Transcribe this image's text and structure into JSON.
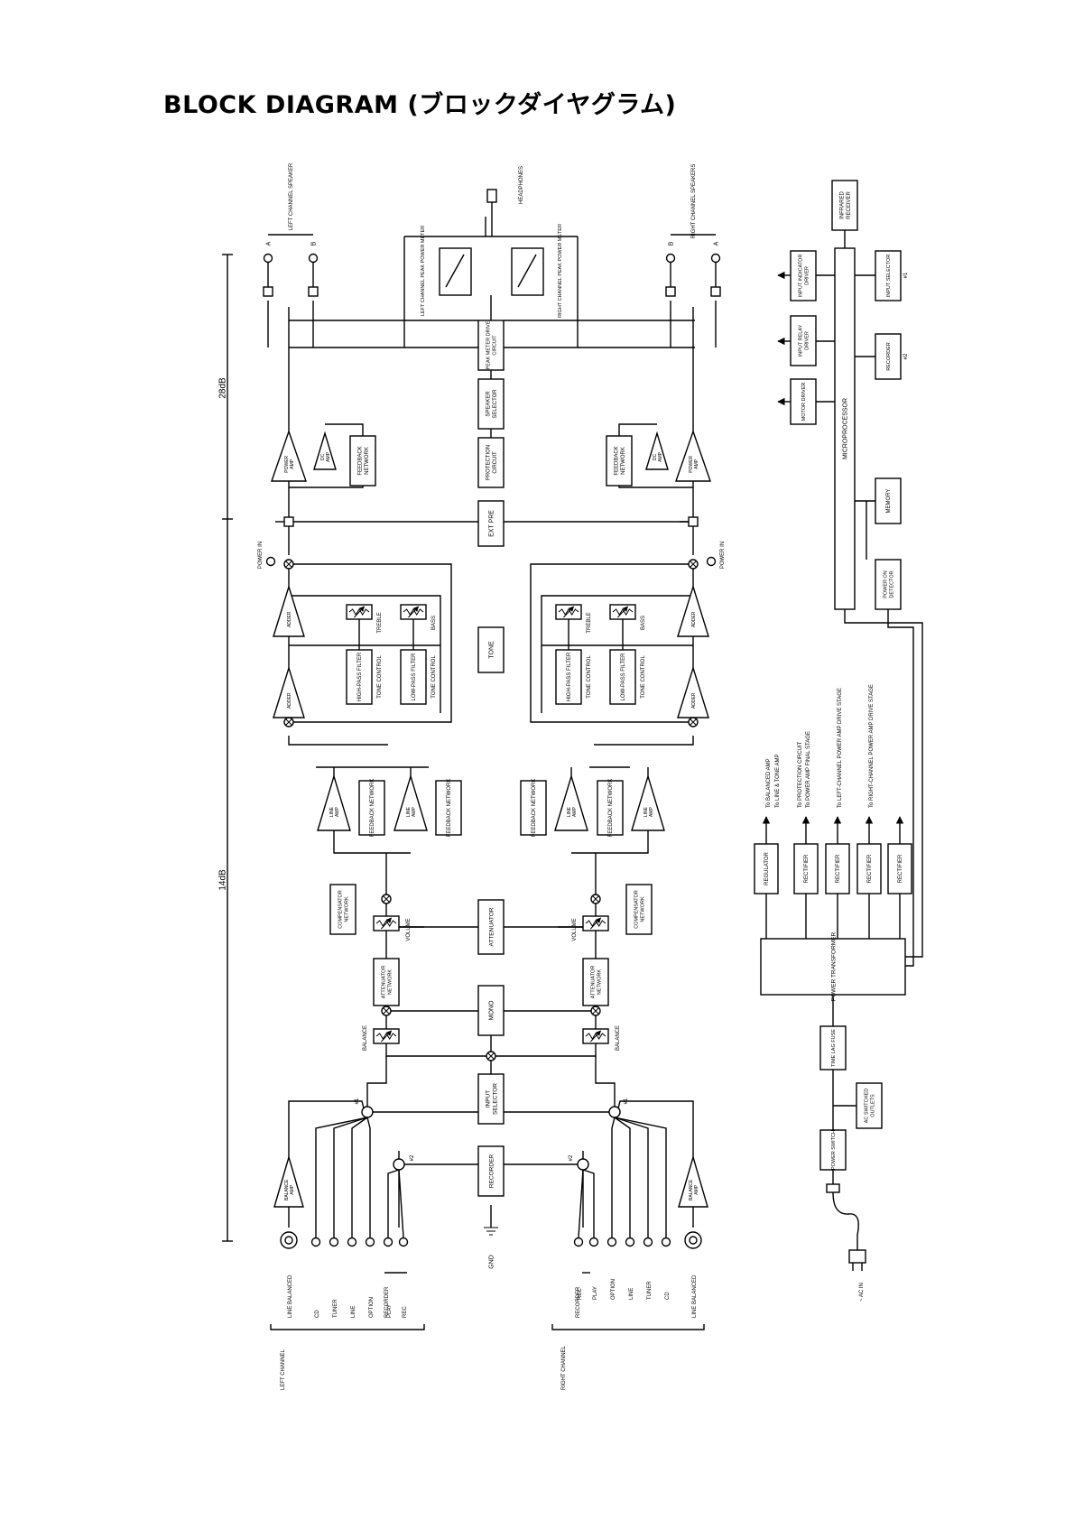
{
  "title": "BLOCK DIAGRAM (ブロックダイヤグラム)",
  "gain": {
    "upper": "28dB",
    "lower": "14dB"
  },
  "outputs": {
    "left_speaker": "LEFT CHANNEL SPEAKER",
    "right_speaker": "RIGHT CHANNEL SPEAKERS",
    "headphones": "HEADPHONES",
    "a": "A",
    "b": "B"
  },
  "meters": {
    "left": "LEFT CHANNEL PEAK POWER METER",
    "right": "RIGHT CHANNEL PEAK POWER METER",
    "drive": "PEAK METER DRIVE CIRCUIT"
  },
  "center_blocks": {
    "speaker_selector": "SPEAKER SELECTOR",
    "protection": "PROTECTION CIRCUIT",
    "ext_pre": "EXT PRE",
    "tone": "TONE",
    "attenuator": "ATTENUATOR",
    "mono": "MONO",
    "input_selector": "INPUT SELECTOR",
    "recorder": "RECORDER",
    "gnd": "GND"
  },
  "channel_blocks": {
    "power_amp": "POWER AMP",
    "dc_amp": "DC AMP",
    "feedback_network": "FEEDBACK NETWORK",
    "power_in": "POWER IN",
    "adder": "ADDER",
    "treble": "TREBLE",
    "bass": "BASS",
    "high_pass": "HIGH-PASS FILTER",
    "low_pass": "LOW-PASS FILTER",
    "tone_control": "TONE CONTROL",
    "line_amp": "LINE AMP",
    "compensator": "COMPENSATOR NETWORK",
    "volume": "VOLUME",
    "attenuator_network": "ATTENUATOR NETWORK",
    "balance": "BALANCE",
    "balance_amp": "BALANCE AMP",
    "sel1": "#1",
    "sel2": "#2"
  },
  "inputs": {
    "line_balanced": "LINE BALANCED",
    "cd": "CD",
    "tuner": "TUNER",
    "line": "LINE",
    "option": "OPTION",
    "play": "PLAY",
    "rec": "REC",
    "recorder": "RECORDER",
    "left_channel": "LEFT CHANNEL",
    "right_channel": "RIGHT CHANNEL"
  },
  "control": {
    "infrared": "INFRARED RECEIVER",
    "input_indicator": "INPUT INDICATOR DRIVER",
    "input_relay": "INPUT RELAY DRIVER",
    "motor": "MOTOR DRIVER",
    "input_selector": "INPUT SELECTOR",
    "recorder": "RECORDER",
    "microprocessor": "MICROPROCESSOR",
    "memory": "MEMORY",
    "power_on": "POWER ON DETECTOR"
  },
  "power": {
    "regulator": "REGULATOR",
    "rectifier": "RECTIFIER",
    "transformer": "POWER TRANSFORMER",
    "fuse": "TIME LAG FUSE",
    "outlets": "AC SWITCHED OUTLETS",
    "switch": "POWER SWITCH",
    "ac_in": "~ AC IN",
    "dest1": "To BALANCED AMP",
    "dest2": "To LINE & TONE AMP",
    "dest3": "To PROTECTION CIRCUIT",
    "dest4": "To POWER AMP FINAL STAGE",
    "dest5": "To LEFT-CHANNEL POWER AMP DRIVE STAGE",
    "dest6": "To RIGHT-CHANNEL POWER AMP DRIVE STAGE"
  }
}
